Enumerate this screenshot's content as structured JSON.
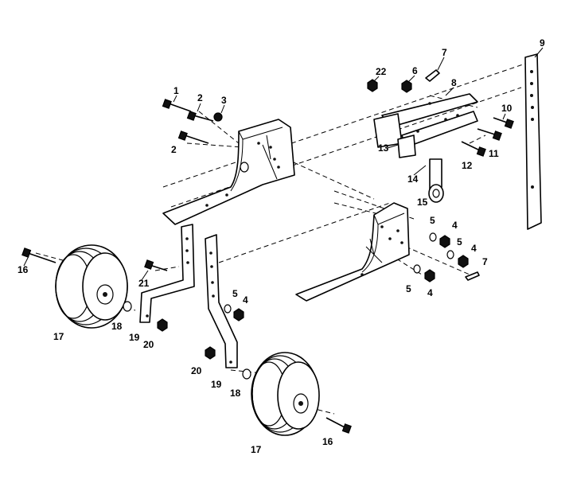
{
  "callouts": {
    "c1": "1",
    "c2a": "2",
    "c2b": "2",
    "c3": "3",
    "c4a": "4",
    "c4b": "4",
    "c4c": "4",
    "c4d": "4",
    "c5a": "5",
    "c5b": "5",
    "c5c": "5",
    "c5d": "5",
    "c6": "6",
    "c7a": "7",
    "c7b": "7",
    "c8": "8",
    "c9": "9",
    "c10": "10",
    "c11": "11",
    "c12": "12",
    "c13": "13",
    "c14": "14",
    "c15": "15",
    "c16a": "16",
    "c16b": "16",
    "c17a": "17",
    "c17b": "17",
    "c18a": "18",
    "c18b": "18",
    "c19a": "19",
    "c19b": "19",
    "c20a": "20",
    "c20b": "20",
    "c21": "21",
    "c22": "22"
  }
}
